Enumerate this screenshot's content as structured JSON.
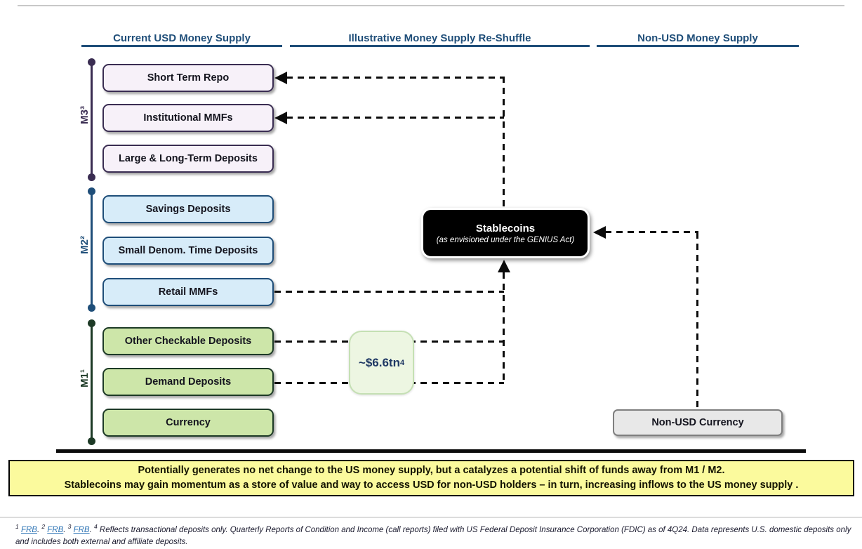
{
  "headers": {
    "current": "Current USD Money Supply",
    "reshuffle": "Illustrative Money Supply Re-Shuffle",
    "nonusd": "Non-USD Money Supply"
  },
  "aggregates": {
    "m3": "M3³",
    "m2": "M2²",
    "m1": "M1¹"
  },
  "m3_boxes": [
    "Short Term Repo",
    "Institutional MMFs",
    "Large & Long-Term Deposits"
  ],
  "m2_boxes": [
    "Savings Deposits",
    "Small Denom. Time Deposits",
    "Retail MMFs"
  ],
  "m1_boxes": [
    "Other Checkable Deposits",
    "Demand Deposits",
    "Currency"
  ],
  "stablecoins": {
    "title": "Stablecoins",
    "subtitle": "(as envisioned under the GENIUS Act)"
  },
  "amount": {
    "value": "~$6.6tn",
    "sup": "4"
  },
  "nonusd_currency": "Non-USD Currency",
  "banner": {
    "line1": "Potentially generates no net change to the US money supply, but a catalyzes a potential shift of funds away from M1 / M2.",
    "line2": "Stablecoins may gain momentum as a store of value and way to access USD for non-USD holders – in turn, increasing inflows to the US money supply ."
  },
  "footnote": {
    "sup1": "1",
    "link1": "FRB",
    "sep1": ". ",
    "sup2": "2",
    "link2": "FRB",
    "sep2": ". ",
    "sup3": "3",
    "link3": "FRB",
    "sep3": ". ",
    "sup4": "4",
    "text": " Reflects transactional deposits only. Quarterly Reports of Condition and Income (call reports) filed with US Federal Deposit Insurance Corporation (FDIC) as of 4Q24. Data represents U.S. domestic deposits only and includes both external and affiliate deposits."
  },
  "colors": {
    "header_text": "#1F4E79",
    "m3_border": "#3A2D52",
    "m3_fill": "#F7F1F9",
    "m2_border": "#1F4E79",
    "m2_fill": "#D7ECF9",
    "m1_border": "#1D3A26",
    "m1_fill": "#CDE6A9",
    "stablecoins_bg": "#000000",
    "amount_fill": "#EDF6E2",
    "amount_border": "#C5E0B4",
    "nonusd_fill": "#E8E8E8",
    "nonusd_border": "#7F7F7F",
    "banner_fill": "#FBFA9D",
    "link": "#2E74B5",
    "connector": "#0B0B0B"
  }
}
